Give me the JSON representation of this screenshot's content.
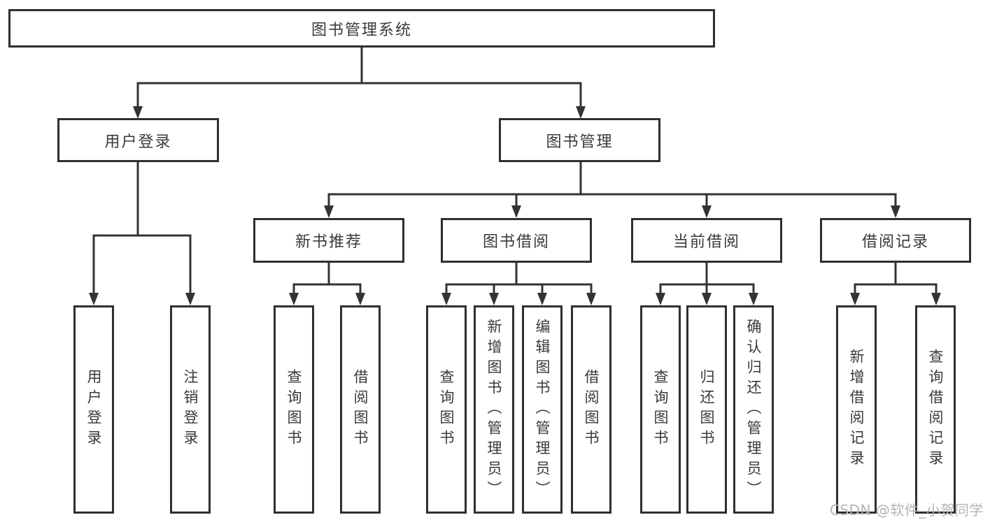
{
  "diagram": {
    "title": "图书管理系统",
    "level2": {
      "user_login": "用户登录",
      "book_mgmt": "图书管理"
    },
    "level3": {
      "new_book_rec": "新书推荐",
      "book_borrow": "图书借阅",
      "current_borrow": "当前借阅",
      "borrow_record": "借阅记录"
    },
    "leaves": {
      "user_login": "用户登录",
      "logout": "注销登录",
      "nb_query": "查询图书",
      "nb_borrow": "借阅图书",
      "bb_query": "查询图书",
      "bb_add": "新增图书（管理员）",
      "bb_edit": "编辑图书（管理员）",
      "bb_borrow": "借阅图书",
      "cb_query": "查询图书",
      "cb_return": "归还图书",
      "cb_confirm": "确认归还（管理员）",
      "br_add": "新增借阅记录",
      "br_query": "查询借阅记录"
    }
  },
  "watermark": "CSDN @软件_小贺同学",
  "colors": {
    "line": "#333333",
    "box_border": "#2f2f2f",
    "text": "#3a3a3a",
    "watermark_text": "#b3b3b3",
    "background": "#ffffff"
  }
}
